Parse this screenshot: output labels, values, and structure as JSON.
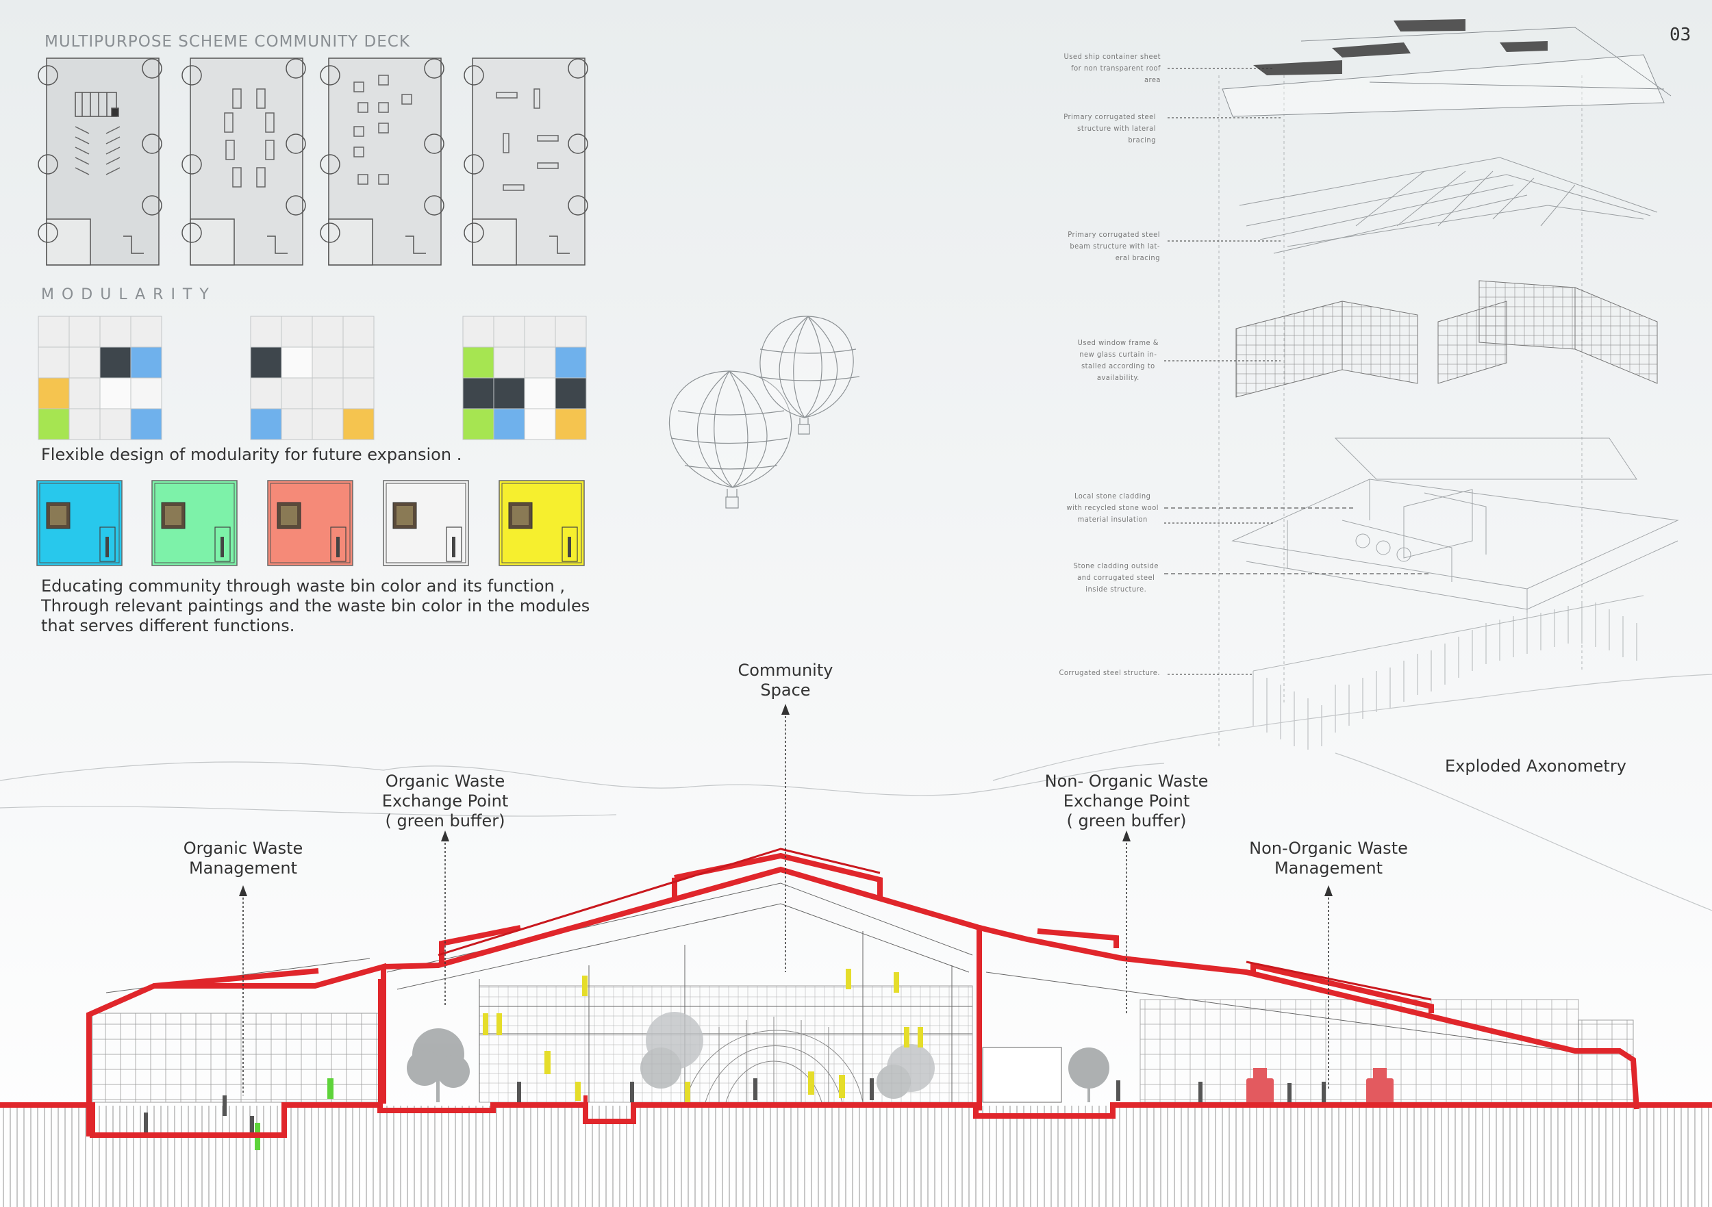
{
  "page_number": "03",
  "deck": {
    "title": "MULTIPURPOSE SCHEME COMMUNITY DECK"
  },
  "modularity": {
    "heading": "MODULARITY",
    "caption": "Flexible design of modularity for future expansion .",
    "grids": [
      [
        "#eeeeee",
        "#eeeeee",
        "#eeeeee",
        "#eeeeee",
        "#eeeeee",
        "#eeeeee",
        "#3e464c",
        "#6fb1ec",
        "#f5c44f",
        "#eeeeee",
        "#fafafa",
        "#f6f6f6",
        "#a6e551",
        "#eeeeee",
        "#eeeeee",
        "#6fb1ec"
      ],
      [
        "#eeeeee",
        "#eeeeee",
        "#eeeeee",
        "#eeeeee",
        "#3e464c",
        "#fafafa",
        "#eeeeee",
        "#eeeeee",
        "#eeeeee",
        "#eeeeee",
        "#eeeeee",
        "#eeeeee",
        "#6fb1ec",
        "#eeeeee",
        "#eeeeee",
        "#f5c44f"
      ],
      [
        "#eeeeee",
        "#eeeeee",
        "#eeeeee",
        "#eeeeee",
        "#a6e551",
        "#eeeeee",
        "#eeeeee",
        "#6fb1ec",
        "#3e464c",
        "#3e464c",
        "#fafafa",
        "#3e464c",
        "#a6e551",
        "#6fb1ec",
        "#fafafa",
        "#f5c44f"
      ]
    ]
  },
  "bins": {
    "colors": [
      "#28c8ec",
      "#7df2a9",
      "#f58a78",
      "#f4f4f4",
      "#f6ef2e"
    ],
    "caption_lines": [
      "Educating community through waste bin color and its function ,",
      "Through relevant paintings and the waste bin color in the modules",
      "that serves different functions."
    ]
  },
  "axonometry": {
    "title": "Exploded Axonometry",
    "notes": [
      [
        "Used ship container sheet",
        "for non transparent roof",
        "area"
      ],
      [
        "Primary corrugated steel",
        "structure with lateral",
        "bracing"
      ],
      [
        "Primary corrugated steel",
        "beam structure with lat-",
        "eral bracing"
      ],
      [
        "Used window frame &",
        "new glass curtain in-",
        "stalled according to",
        "availability."
      ],
      [
        "Local stone cladding",
        "with recycled stone wool",
        "material  insulation"
      ],
      [
        "Stone cladding  outside",
        "and corrugated steel",
        "inside structure."
      ],
      [
        "Corrugated steel structure."
      ]
    ]
  },
  "section": {
    "labels": {
      "community": [
        "Community",
        "Space"
      ],
      "organic_exchange": [
        "Organic Waste",
        "Exchange Point",
        "( green buffer)"
      ],
      "organic_mgmt": [
        "Organic Waste",
        "Management"
      ],
      "nonorganic_exchange": [
        "Non- Organic Waste",
        "Exchange Point",
        "( green buffer)"
      ],
      "nonorganic_mgmt": [
        "Non-Organic Waste",
        "Management"
      ]
    },
    "accent": "#e0262b"
  }
}
